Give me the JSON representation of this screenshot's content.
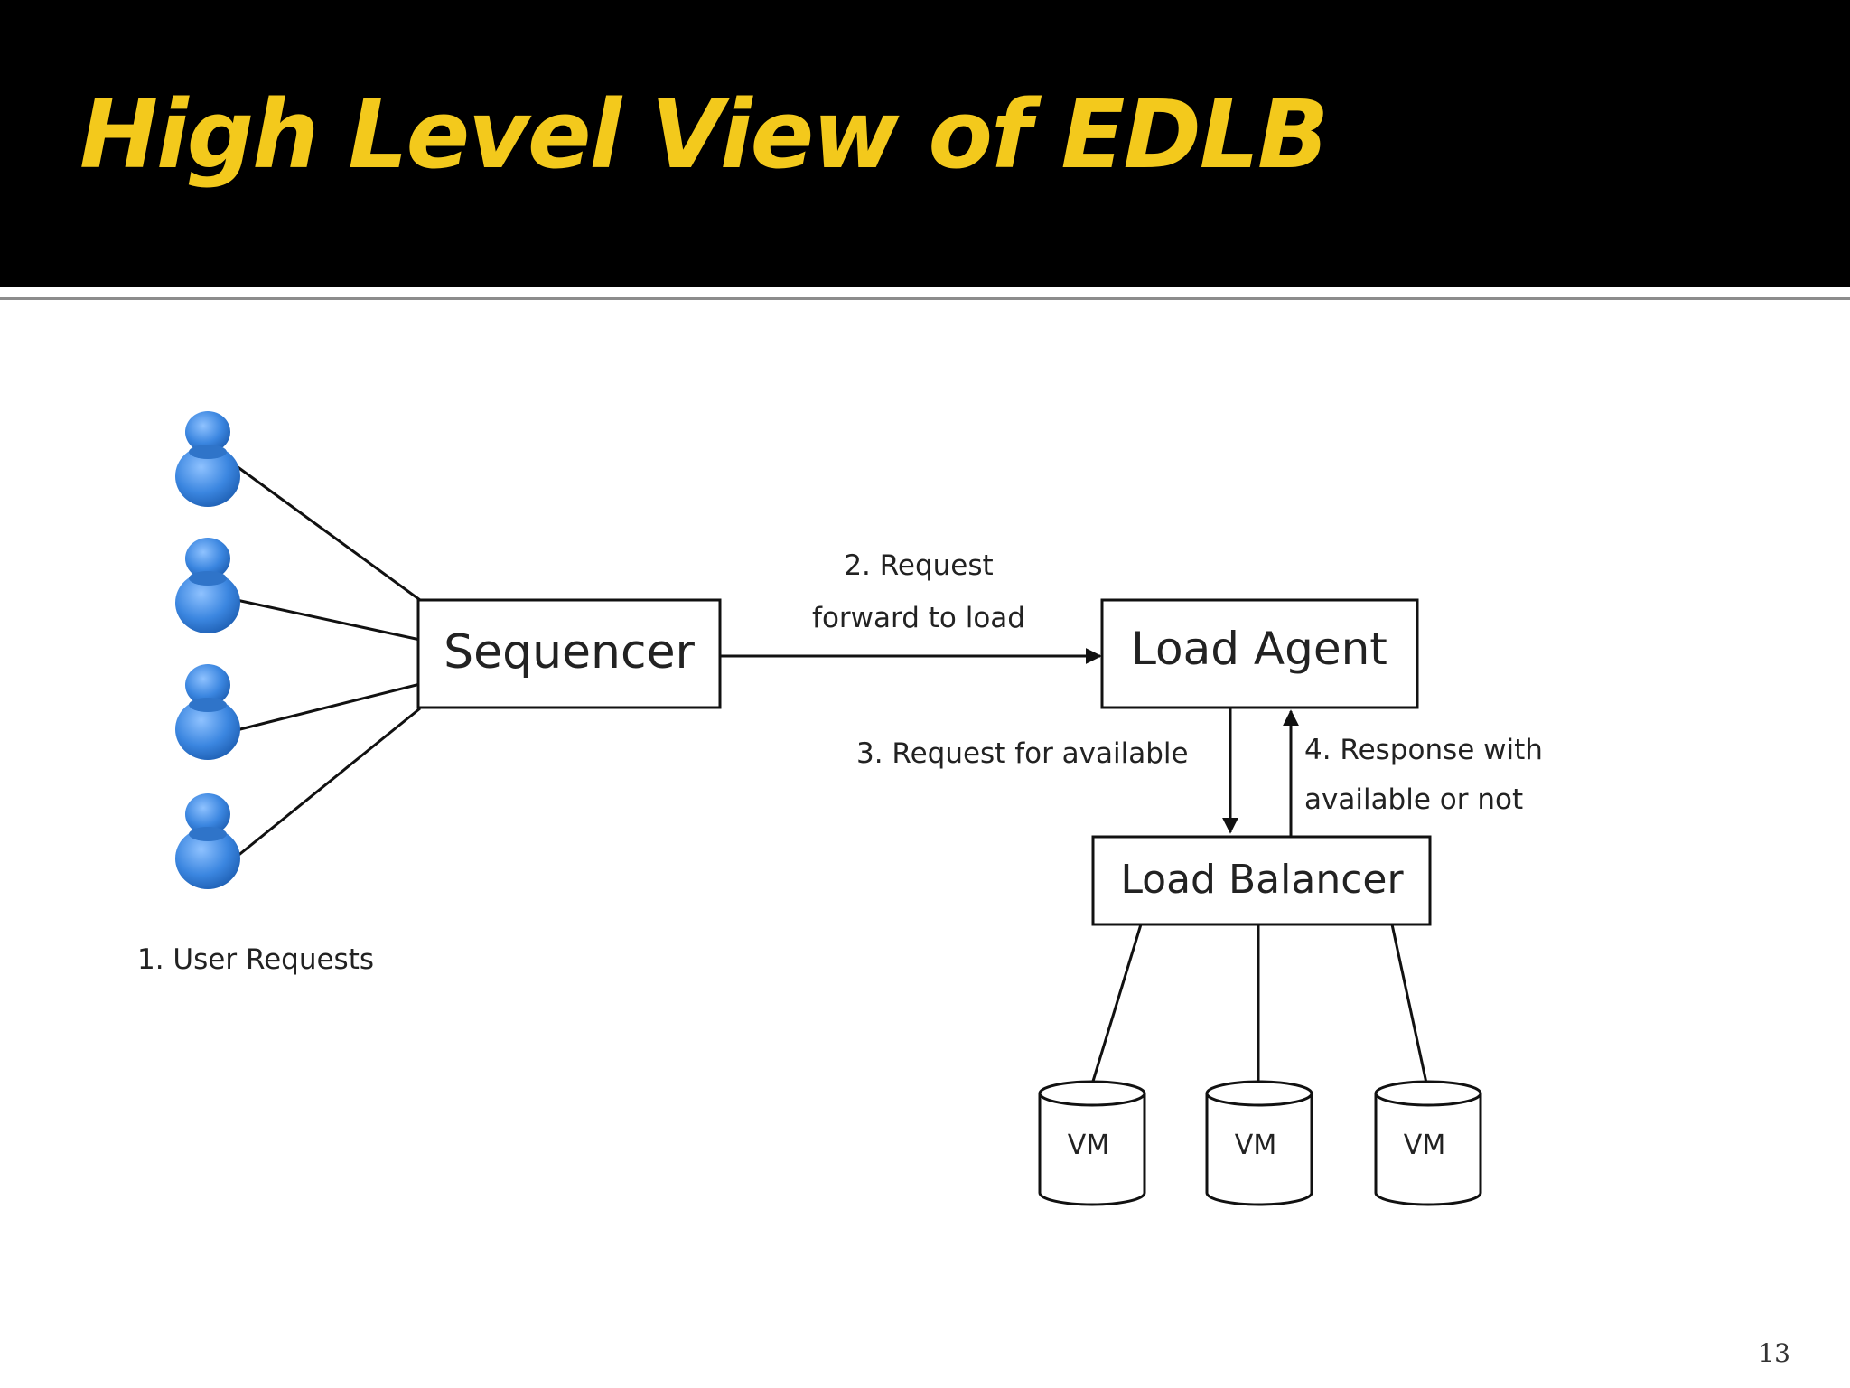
{
  "slide": {
    "title": "High Level View of EDLB",
    "page_number": "13"
  },
  "diagram": {
    "nodes": {
      "sequencer": "Sequencer",
      "load_agent": "Load Agent",
      "load_balancer": "Load Balancer",
      "vms": [
        "VM",
        "VM",
        "VM"
      ]
    },
    "labels": {
      "user_requests": "1. User Requests",
      "step2_line1": "2. Request",
      "step2_line2": "forward to load",
      "step3": "3. Request for available",
      "step4_line1": "4. Response with",
      "step4_line2": "available or not"
    },
    "user_count": 4
  },
  "colors": {
    "title": "#f3c91c",
    "title_bar": "#000000",
    "user_icon": "#3b86e0"
  },
  "icons": {
    "user": "user-icon"
  }
}
